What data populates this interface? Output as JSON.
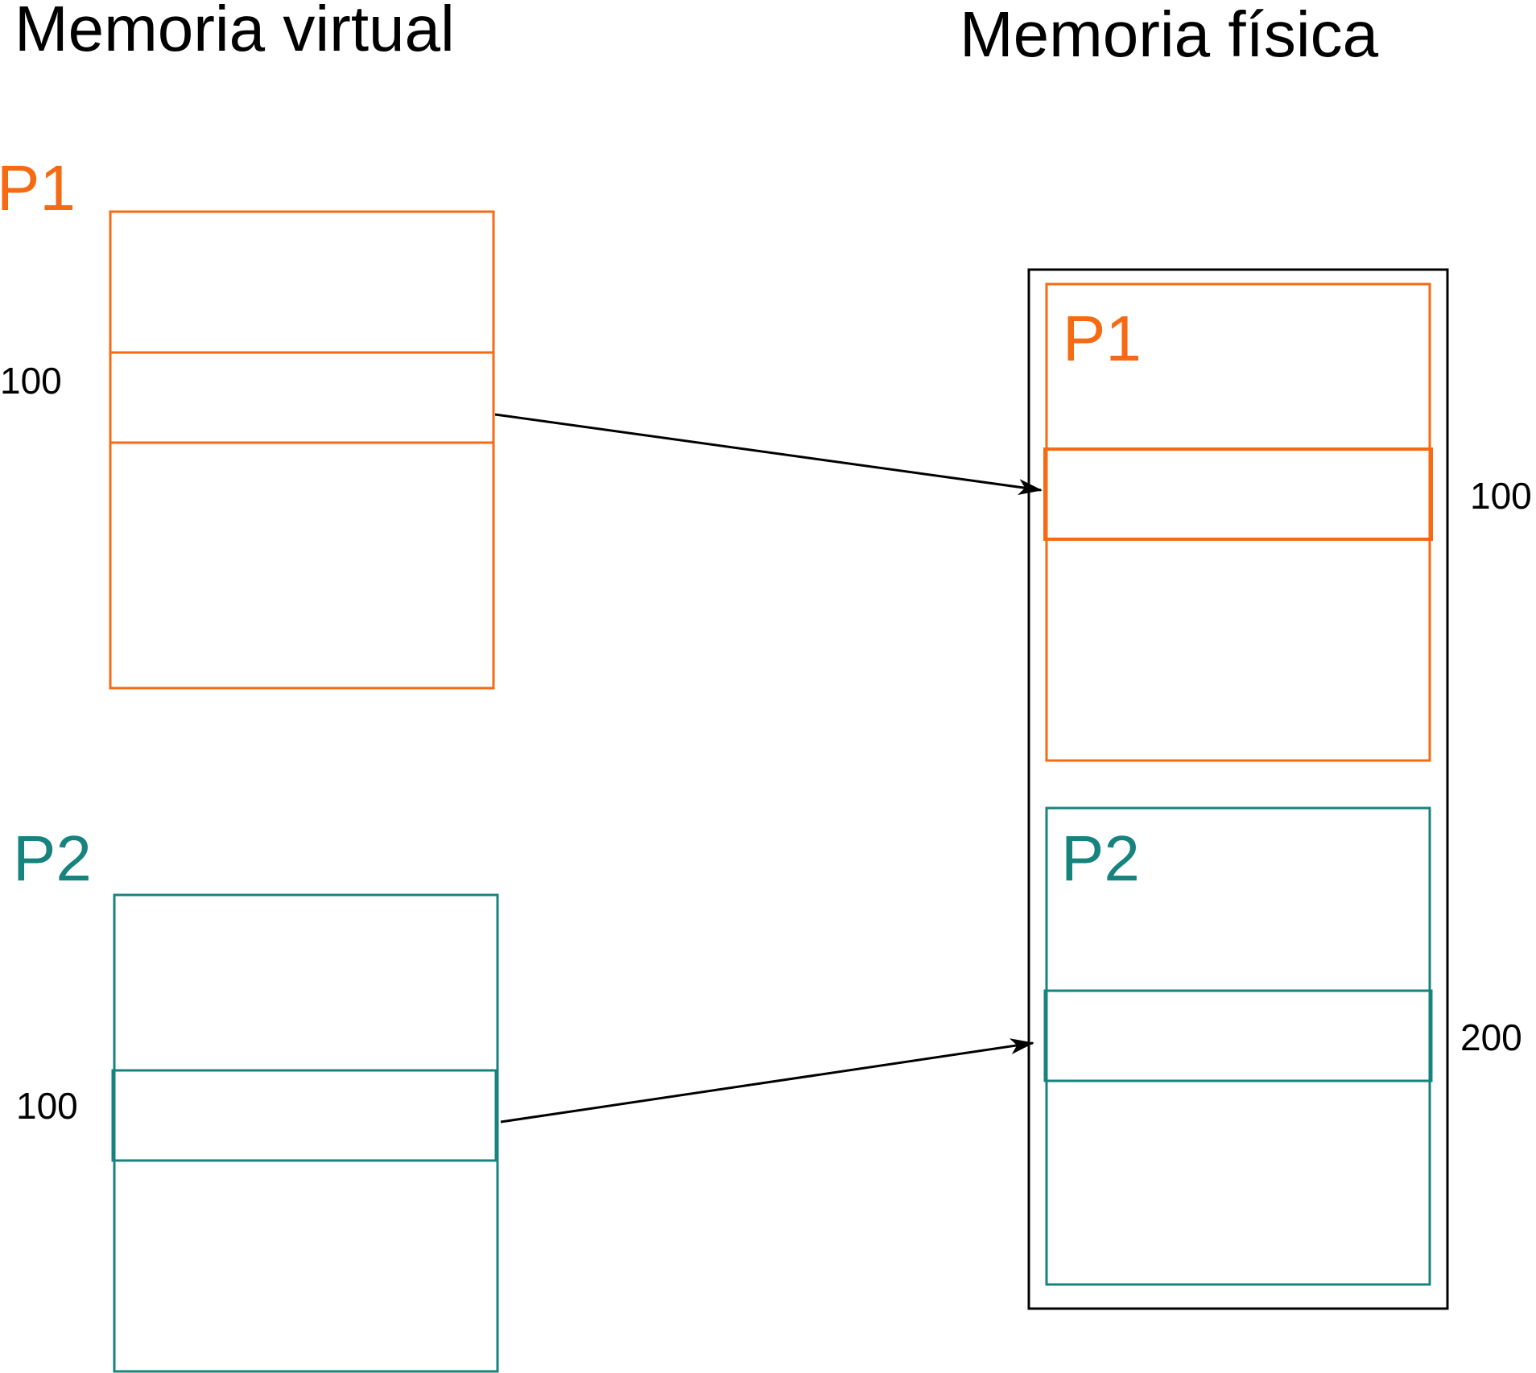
{
  "titles": {
    "virtual": "Memoria virtual",
    "physical": "Memoria física"
  },
  "colors": {
    "p1": "#f56a12",
    "p2": "#17837f",
    "frame": "#000000",
    "arrow": "#000000"
  },
  "virtual_memory": {
    "p1": {
      "label": "P1",
      "address": "100"
    },
    "p2": {
      "label": "P2",
      "address": "100"
    }
  },
  "physical_memory": {
    "p1": {
      "label": "P1",
      "address": "100"
    },
    "p2": {
      "label": "P2",
      "address": "200"
    }
  }
}
